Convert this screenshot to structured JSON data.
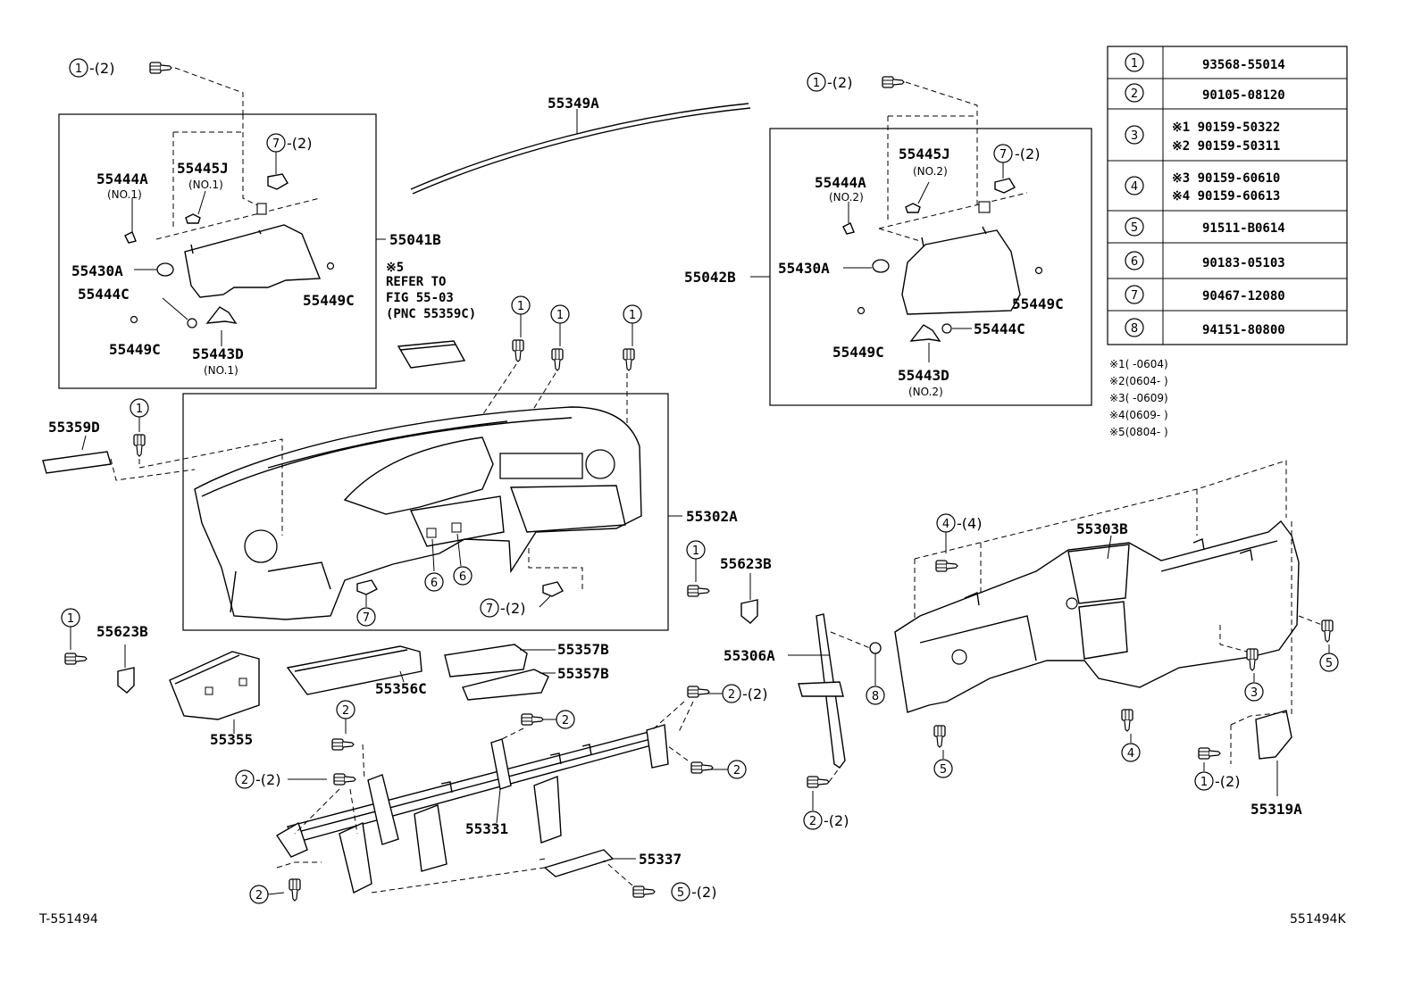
{
  "colors": {
    "ink": "#000000",
    "paper": "#ffffff"
  },
  "labels": {
    "p55349A": "55349A",
    "p55444A_l": "55444A",
    "p55444A_l_sub": "(NO.1)",
    "p55445J_l": "55445J",
    "p55445J_l_sub": "(NO.1)",
    "p55041B": "55041B",
    "p55430A_l": "55430A",
    "p55444C_l": "55444C",
    "p55449C_l1": "55449C",
    "p55449C_l2": "55449C",
    "p55443D_l": "55443D",
    "p55443D_l_sub": "(NO.1)",
    "p55445J_r": "55445J",
    "p55445J_r_sub": "(NO.2)",
    "p55444A_r": "55444A",
    "p55444A_r_sub": "(NO.2)",
    "p55042B": "55042B",
    "p55430A_r": "55430A",
    "p55449C_r1": "55449C",
    "p55449C_r2": "55449C",
    "p55444C_r": "55444C",
    "p55443D_r": "55443D",
    "p55443D_r_sub": "(NO.2)",
    "p55359D": "55359D",
    "p55302A": "55302A",
    "p55623B_l": "55623B",
    "p55623B_r": "55623B",
    "p55357B_1": "55357B",
    "p55357B_2": "55357B",
    "p55356C": "55356C",
    "p55355": "55355",
    "p55306A": "55306A",
    "p55303B": "55303B",
    "p55331": "55331",
    "p55337": "55337",
    "p55319A": "55319A"
  },
  "refer_note": {
    "line1": "※5",
    "line2": "REFER TO",
    "line3": "FIG 55-03",
    "line4": "(PNC 55359C)"
  },
  "callouts": {
    "c1": "1",
    "c2": "2",
    "c3": "3",
    "c4": "4",
    "c5": "5",
    "c6": "6",
    "c7": "7",
    "c8": "8",
    "q2": "-(2)",
    "q4": "-(4)"
  },
  "parts_table": [
    {
      "ref": "1",
      "numbers": [
        "93568-55014"
      ]
    },
    {
      "ref": "2",
      "numbers": [
        "90105-08120"
      ]
    },
    {
      "ref": "3",
      "numbers": [
        "※1 90159-50322",
        "※2 90159-50311"
      ]
    },
    {
      "ref": "4",
      "numbers": [
        "※3 90159-60610",
        "※4 90159-60613"
      ]
    },
    {
      "ref": "5",
      "numbers": [
        "91511-B0614"
      ]
    },
    {
      "ref": "6",
      "numbers": [
        "90183-05103"
      ]
    },
    {
      "ref": "7",
      "numbers": [
        "90467-12080"
      ]
    },
    {
      "ref": "8",
      "numbers": [
        "94151-80800"
      ]
    }
  ],
  "date_notes": [
    "※1(    -0604)",
    "※2(0604-    )",
    "※3(    -0609)",
    "※4(0609-    )",
    "※5(0804-    )"
  ],
  "footer": {
    "left": "T-551494",
    "right": "551494K"
  }
}
